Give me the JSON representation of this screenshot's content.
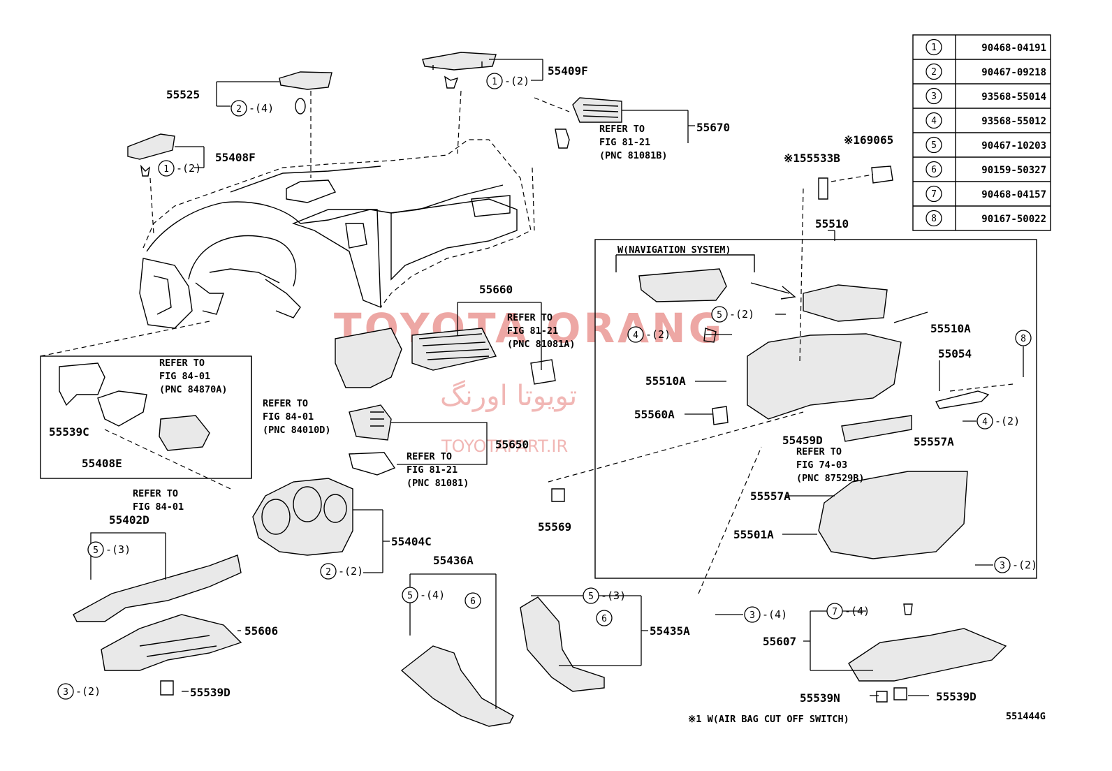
{
  "labels": {
    "p55525": "55525",
    "p55409F": "55409F",
    "p55408F": "55408F",
    "p55670": "55670",
    "p55660": "55660",
    "p55650": "55650",
    "p55539C": "55539C",
    "p55408E": "55408E",
    "p55402D": "55402D",
    "p55606": "55606",
    "p55539D_left": "55539D",
    "p55404C": "55404C",
    "p55436A": "55436A",
    "p55435A": "55435A",
    "p55569": "55569",
    "p155533B": "※155533B",
    "p169065": "※169065",
    "p55510": "55510",
    "p55510A_right": "55510A",
    "p55510A_left": "55510A",
    "p55054": "55054",
    "p55560A": "55560A",
    "p55459D": "55459D",
    "p55557A_right": "55557A",
    "p55557A_left": "55557A",
    "p55501A": "55501A",
    "p55607": "55607",
    "p55539N": "55539N",
    "p55539D_right": "55539D",
    "diagram_id": "551444G",
    "footnote": "※1 W(AIR BAG CUT OFF SWITCH)",
    "nav_box": "W(NAVIGATION SYSTEM)"
  },
  "refs": {
    "r_55670": [
      "REFER TO",
      "FIG 81-21",
      "(PNC 81081B)"
    ],
    "r_55660": [
      "REFER TO",
      "FIG 81-21",
      "(PNC 81081A)"
    ],
    "r_inset": [
      "REFER TO",
      "FIG 84-01",
      "(PNC 84870A)"
    ],
    "r_55650a": [
      "REFER TO",
      "FIG 84-01",
      "(PNC 84010D)"
    ],
    "r_55650b": [
      "REFER TO",
      "FIG 81-21",
      "(PNC 81081)"
    ],
    "r_bolt": [
      "REFER TO",
      "FIG 84-01"
    ],
    "r_55459D": [
      "REFER TO",
      "FIG 74-03",
      "(PNC 87529B)"
    ]
  },
  "callouts": {
    "c55409F": {
      "num": "1",
      "qty": "-(2)"
    },
    "c55525": {
      "num": "2",
      "qty": "-(4)"
    },
    "c55408F": {
      "num": "1",
      "qty": "-(2)"
    },
    "c_nav5": {
      "num": "5",
      "qty": "-(2)"
    },
    "c_nav4": {
      "num": "4",
      "qty": "-(2)"
    },
    "c_gb4": {
      "num": "4",
      "qty": "-(2)"
    },
    "c_gb3": {
      "num": "3",
      "qty": "-(2)"
    },
    "c_b3": {
      "num": "3",
      "qty": "-(4)"
    },
    "c55607": {
      "num": "7",
      "qty": "-(4)"
    },
    "c55402D": {
      "num": "5",
      "qty": "-(3)"
    },
    "c55404C": {
      "num": "2",
      "qty": "-(2)"
    },
    "c55436A_5": {
      "num": "5",
      "qty": "-(4)"
    },
    "c55436A_6": {
      "num": "6",
      "qty": ""
    },
    "c55435A_5": {
      "num": "5",
      "qty": "-(3)"
    },
    "c55435A_6": {
      "num": "6",
      "qty": ""
    },
    "c55606_3": {
      "num": "3",
      "qty": "-(2)"
    },
    "c55054_8": {
      "num": "8",
      "qty": ""
    }
  },
  "parts_table": [
    {
      "num": "1",
      "part": "90468-04191"
    },
    {
      "num": "2",
      "part": "90467-09218"
    },
    {
      "num": "3",
      "part": "93568-55014"
    },
    {
      "num": "4",
      "part": "93568-55012"
    },
    {
      "num": "5",
      "part": "90467-10203"
    },
    {
      "num": "6",
      "part": "90159-50327"
    },
    {
      "num": "7",
      "part": "90468-04157"
    },
    {
      "num": "8",
      "part": "90167-50022"
    }
  ],
  "watermark": {
    "brand": "TOYOTA ORANG",
    "farsi": "تویوتا اورنگ",
    "site": "TOYOTAPART.IR"
  },
  "colors": {
    "watermark": "#e88a86",
    "line": "#000000"
  }
}
